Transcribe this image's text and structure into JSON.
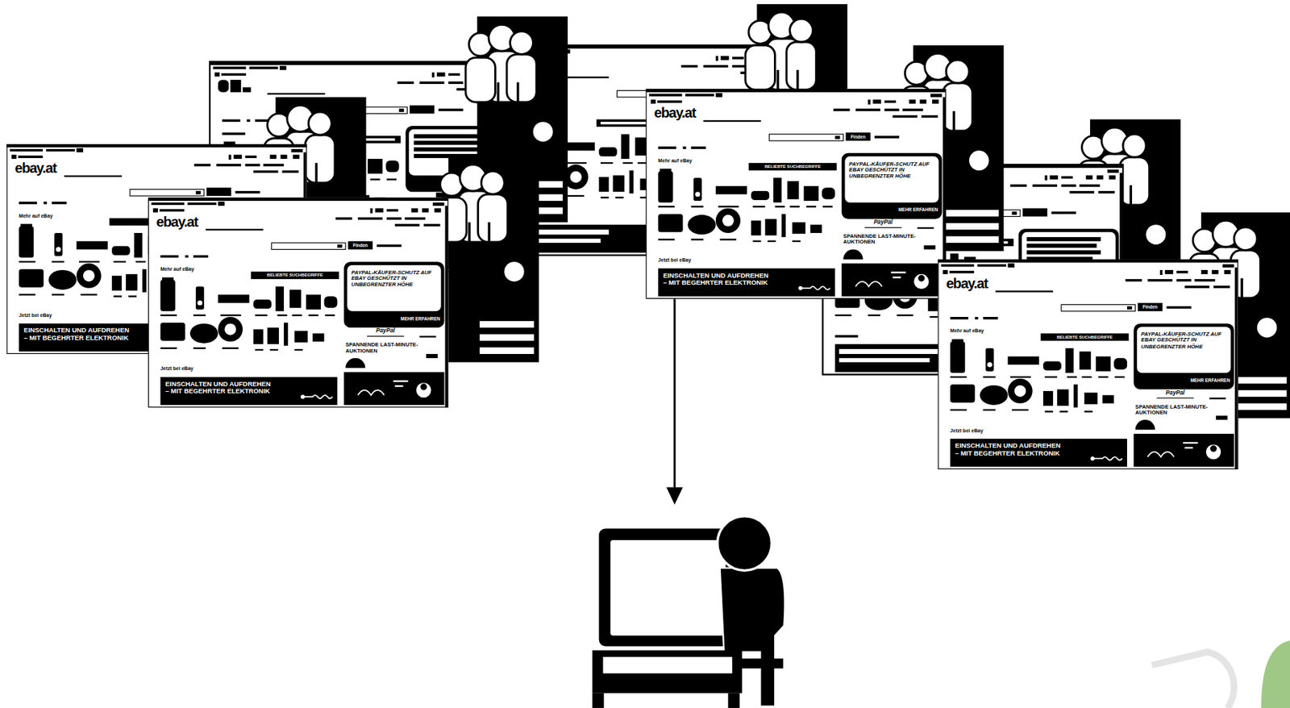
{
  "diagram": {
    "nodes": [
      {
        "text": [
          "ebay.at",
          "Mehr auf eBay",
          "Jetzt bei eBay",
          "EINSCHALTEN UND AUFDREHEN – MIT BEGEHRTER ELEKTRONIK"
        ]
      },
      {
        "text": [
          "ebay.at",
          "Finden",
          "Mehr auf eBay",
          "BELIEBTE SUCHBEGRIFFE",
          "PAYPAL-KÄUFER-SCHUTZ AUF EBAY GESCHÜTZT IN UNBEGRENZTER HÖHE",
          "MEHR ERFAHREN",
          "PayPal",
          "SPANNENDE LAST-MINUTE-AUKTIONEN",
          "Jetzt bei eBay",
          "EINSCHALTEN UND AUFDREHEN – MIT BEGEHRTER ELEKTRONIK"
        ]
      },
      {
        "text": [
          "ebay.at",
          "Finden",
          "Mehr auf eBay",
          "BELIEBTE SUCHBEGRIFFE",
          "PAYPAL-KÄUFER-SCHUTZ AUF EBAY GESCHÜTZT IN UNBEGRENZTER HÖHE",
          "MEHR ERFAHREN",
          "PayPal",
          "SPANNENDE LAST-MINUTE-AUKTIONEN",
          "Jetzt bei eBay",
          "EINSCHALTEN UND AUFDREHEN – MIT BEGEHRTER ELEKTRONIK"
        ]
      },
      {
        "text": [
          "ebay.at",
          "Finden",
          "Mehr auf eBay",
          "BELIEBTE SUCHBEGRIFFE",
          "PAYPAL-KÄUFER-SCHUTZ AUF EBAY GESCHÜTZT IN UNBEGRENZTER HÖHE",
          "MEHR ERFAHREN",
          "PayPal",
          "SPANNENDE LAST-MINUTE-AUKTIONEN",
          "Jetzt bei eBay",
          "EINSCHALTEN UND AUFDREHEN – MIT BEGEHRTER ELEKTRONIK"
        ]
      }
    ]
  }
}
